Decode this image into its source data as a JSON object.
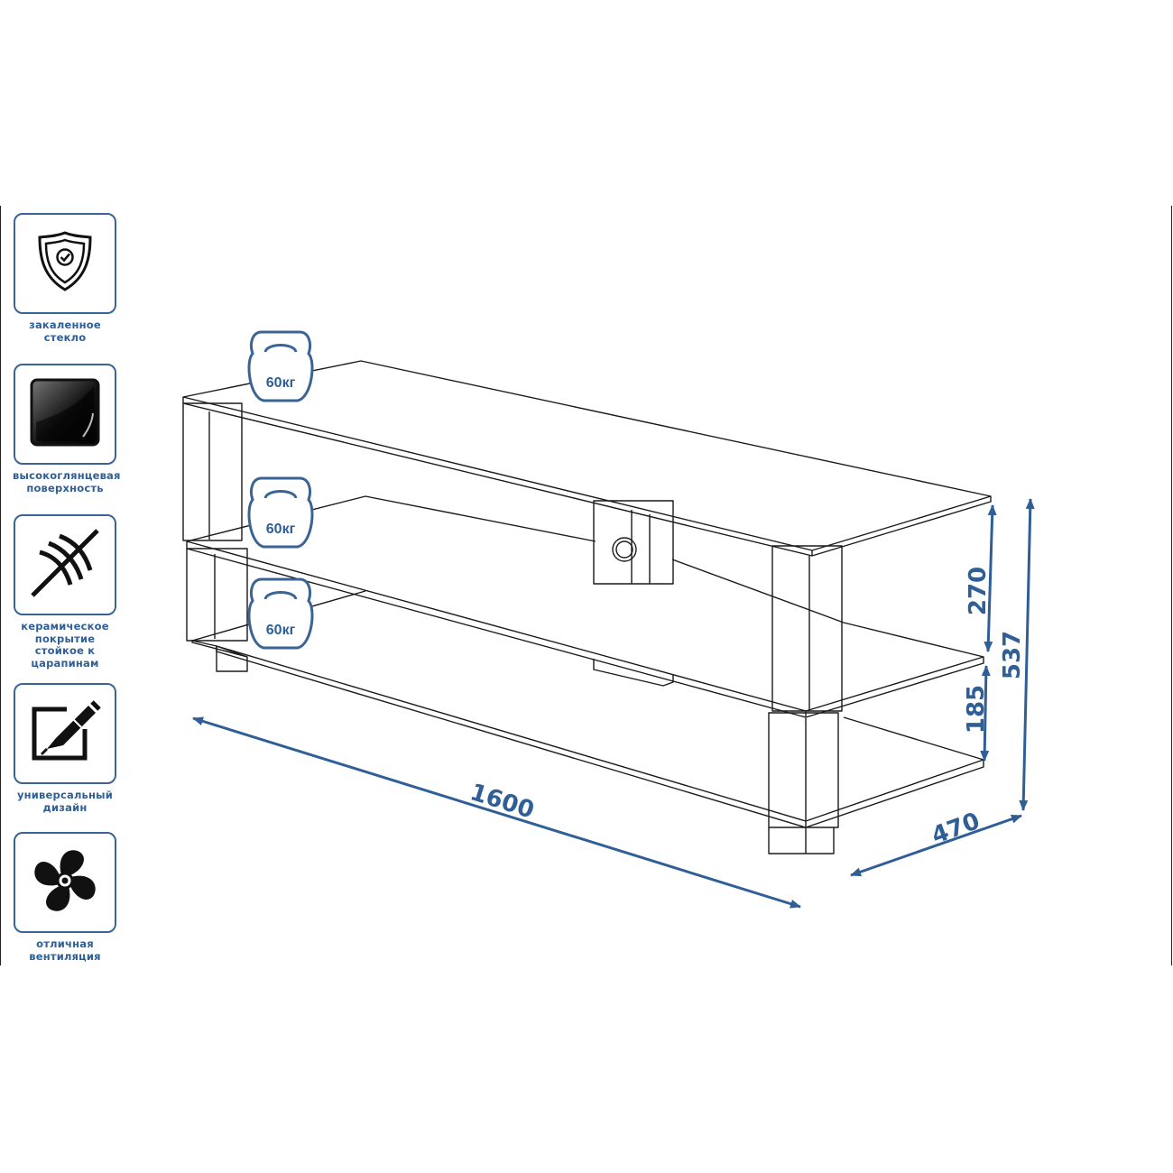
{
  "features": [
    {
      "label": "закаленное\nстекло",
      "icon": "shield-check-icon"
    },
    {
      "label": "высокоглянцевая\nповерхность",
      "icon": "glossy-square-icon"
    },
    {
      "label": "керамическое\nпокрытие\nстойкое к\nцарапинам",
      "icon": "scratch-resistant-icon"
    },
    {
      "label": "универсальный\nдизайн",
      "icon": "pen-design-icon"
    },
    {
      "label": "отличная\nвентиляция",
      "icon": "fan-icon"
    }
  ],
  "load_labels": [
    "60кг",
    "60кг",
    "60кг"
  ],
  "dimensions": {
    "width": "1600",
    "depth": "470",
    "height_total": "537",
    "height_upper": "270",
    "height_lower": "185"
  },
  "colors": {
    "accent": "#2f5f96",
    "line": "#1a1a1a"
  }
}
